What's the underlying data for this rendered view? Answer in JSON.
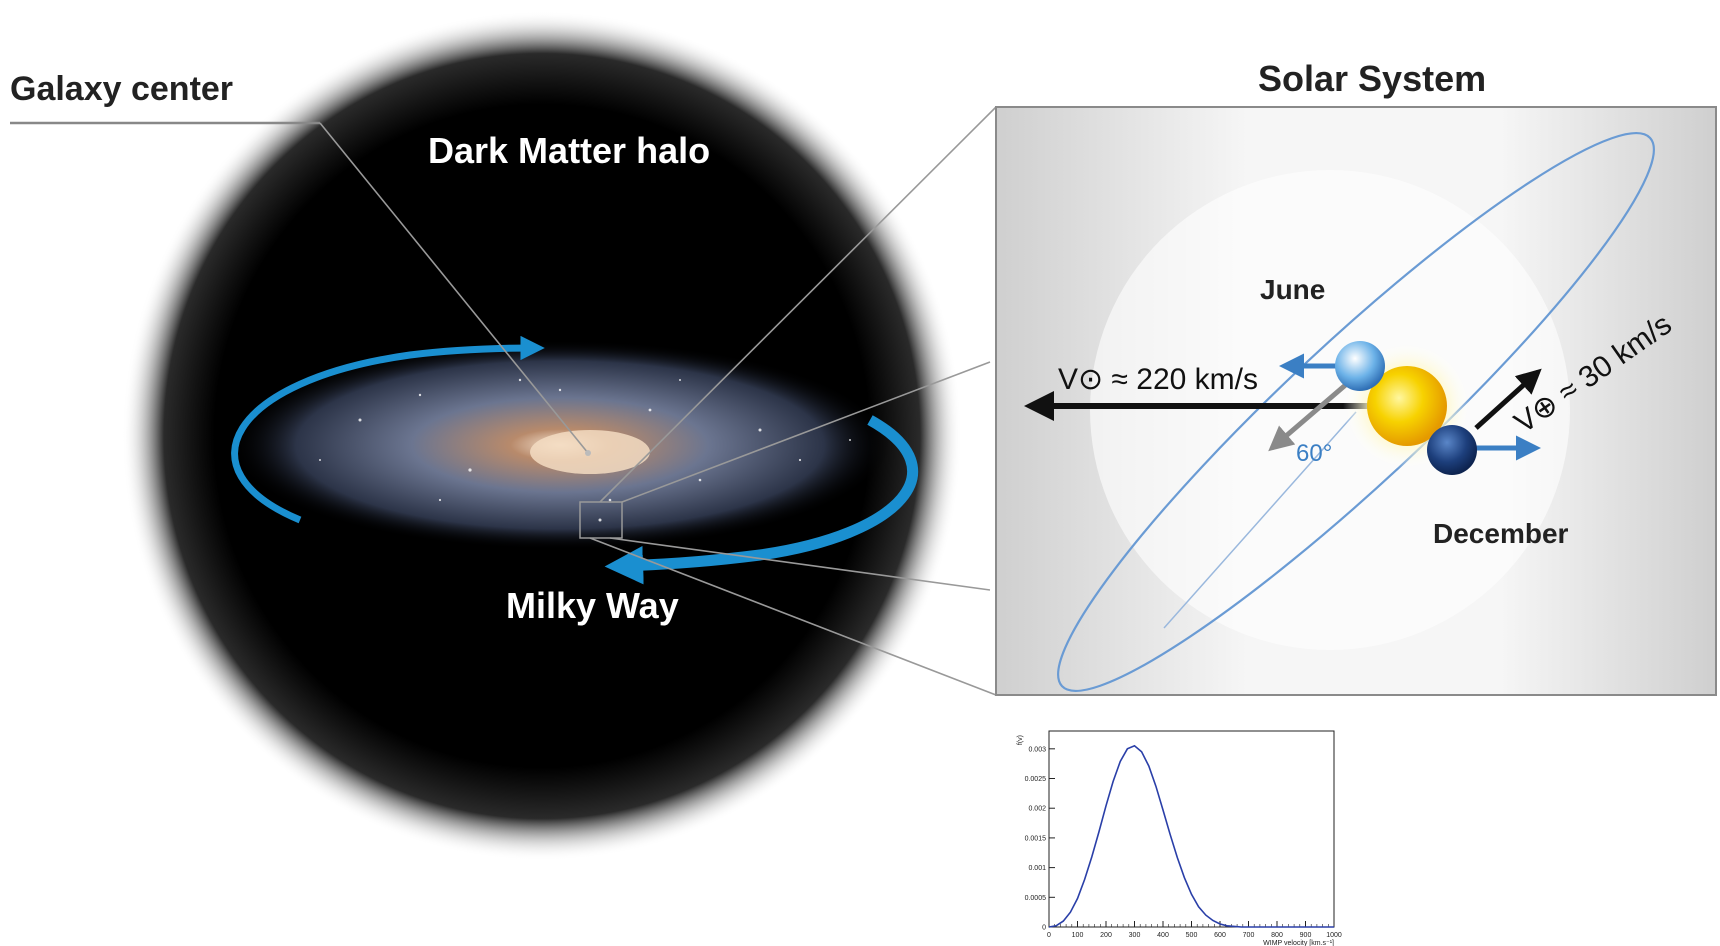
{
  "labels": {
    "galaxy_center": "Galaxy center",
    "solar_system": "Solar System",
    "dark_matter_halo": "Dark Matter halo",
    "milky_way": "Milky Way",
    "june": "June",
    "december": "December",
    "sun_velocity": "V⊙ ≈ 220 km/s",
    "earth_velocity": "V⊕ ≈ 30 km/s",
    "angle": "60°"
  },
  "colors": {
    "halo": "#000000",
    "orbit_arrow": "#1a8fd0",
    "sun": "#f5c400",
    "earth_june": "#5aa6e0",
    "earth_december": "#1c3f7a",
    "velocity_arrow_blue": "#3b7fc4",
    "curve": "#2a3fa8"
  },
  "chart_data": {
    "type": "line",
    "title": "",
    "xlabel": "WIMP velocity [km.s⁻¹]",
    "ylabel": "f(v)",
    "xlim": [
      0,
      1000
    ],
    "ylim": [
      0,
      0.0033
    ],
    "xticks": [
      "0",
      "100",
      "200",
      "300",
      "400",
      "500",
      "600",
      "700",
      "800",
      "900",
      "1000"
    ],
    "yticks": [
      "0",
      "0.0005",
      "0.001",
      "0.0015",
      "0.002",
      "0.0025",
      "0.003"
    ],
    "series": [
      {
        "x": [
          0,
          25,
          50,
          75,
          100,
          125,
          150,
          175,
          200,
          225,
          250,
          275,
          300,
          325,
          350,
          375,
          400,
          425,
          450,
          475,
          500,
          525,
          550,
          575,
          600,
          625,
          650,
          675,
          700,
          750,
          800,
          900,
          1000
        ],
        "values": [
          0,
          2e-05,
          0.0001,
          0.00025,
          0.00048,
          0.0008,
          0.00118,
          0.0016,
          0.00204,
          0.00245,
          0.00279,
          0.003,
          0.00305,
          0.00295,
          0.00271,
          0.00237,
          0.00197,
          0.00156,
          0.00117,
          0.00083,
          0.00055,
          0.00034,
          0.0002,
          0.00011,
          5e-05,
          2e-05,
          1e-05,
          0,
          0,
          0,
          0,
          0,
          0
        ]
      }
    ]
  }
}
